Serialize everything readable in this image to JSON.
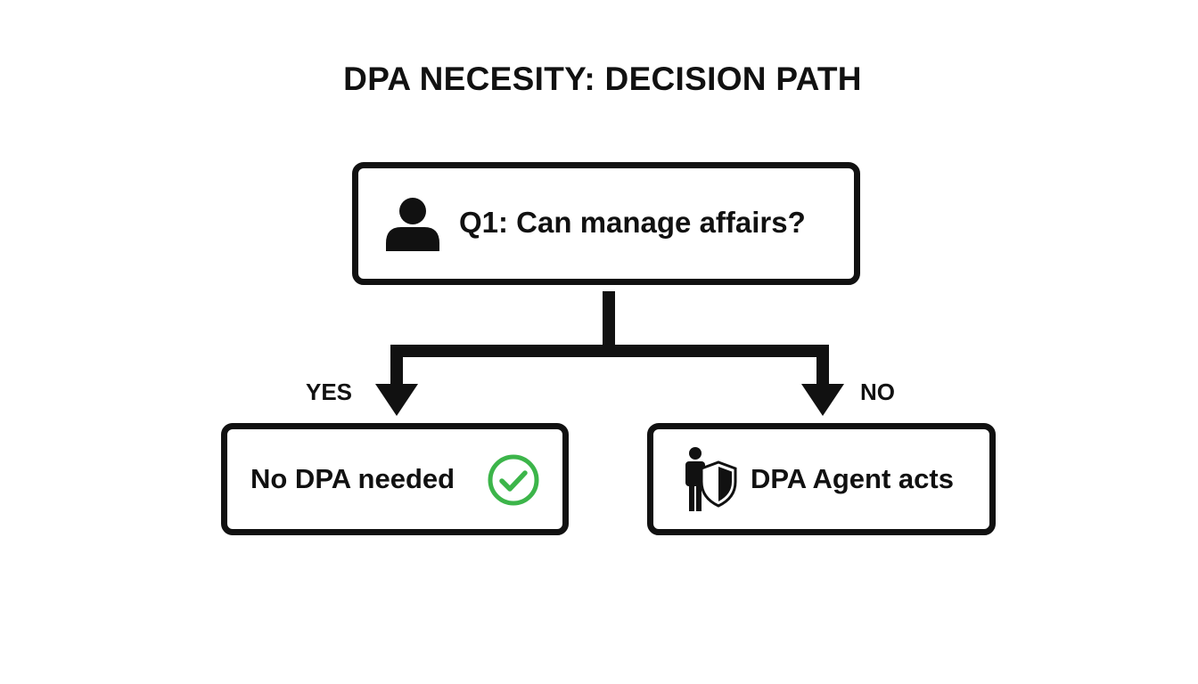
{
  "title": "DPA NECESITY: DECISION PATH",
  "question": {
    "label": "Q1: Can manage affairs?",
    "icon": "person-icon"
  },
  "branches": {
    "yes": {
      "branch_label": "YES",
      "result_label": "No DPA needed",
      "icon": "check-circle-icon",
      "icon_color": "#3cb54a"
    },
    "no": {
      "branch_label": "NO",
      "result_label": "DPA Agent acts",
      "icon": "person-shield-icon"
    }
  },
  "colors": {
    "stroke": "#111111",
    "background": "#ffffff",
    "accent": "#3cb54a"
  }
}
